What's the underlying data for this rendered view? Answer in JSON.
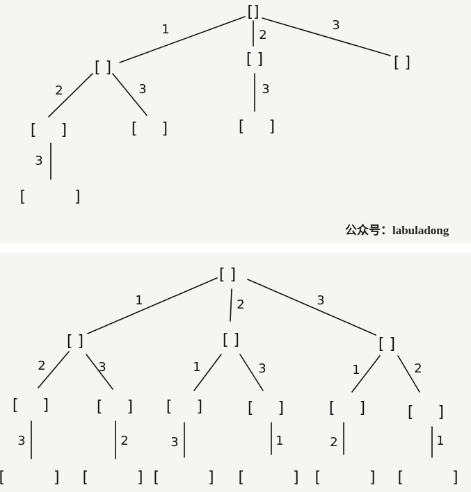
{
  "watermark": "公众号：labuladong",
  "top_tree": {
    "root": "[]",
    "nodes": [
      "[ ]",
      "[ ]",
      "[ ]",
      "[     ]",
      "[     ]",
      "[     ]",
      "[          ]"
    ],
    "edge_labels": [
      "1",
      "2",
      "3",
      "2",
      "3",
      "3",
      "3"
    ]
  },
  "bottom_tree": {
    "root": "[ ]",
    "level1": [
      "[ ]",
      "[ ]",
      "[ ]"
    ],
    "level2": [
      "[     ]",
      "[     ]",
      "[     ]",
      "[     ]",
      "[     ]",
      "[     ]"
    ],
    "level3": [
      "[          ]",
      "[          ]",
      "[          ]",
      "[          ]",
      "[          ]",
      "[          ]"
    ],
    "edge_labels_l1": [
      "1",
      "2",
      "3"
    ],
    "edge_labels_l2": [
      "2",
      "3",
      "1",
      "3",
      "1",
      "2"
    ],
    "edge_labels_l3": [
      "3",
      "2",
      "3",
      "1",
      "2",
      "1"
    ]
  }
}
